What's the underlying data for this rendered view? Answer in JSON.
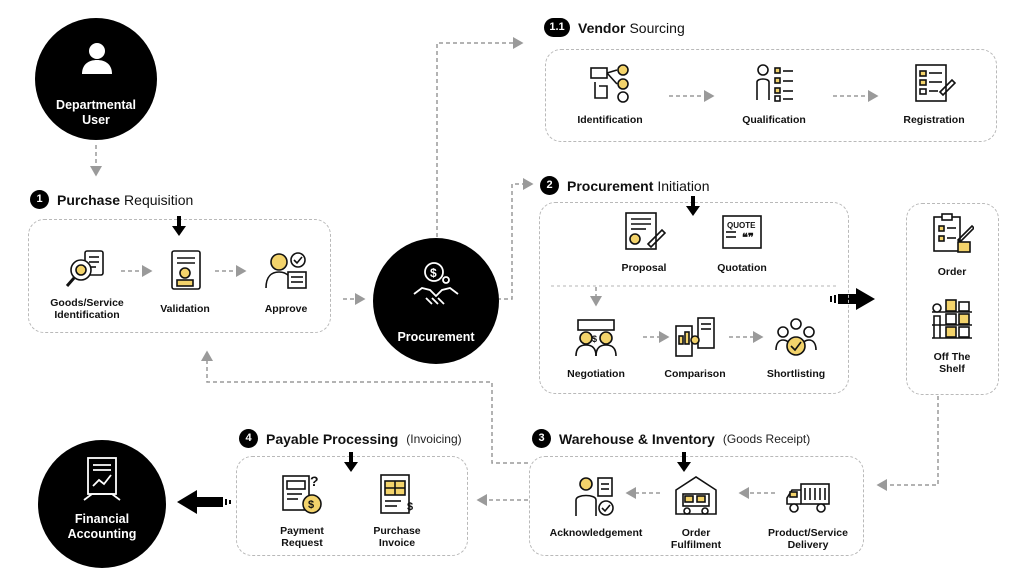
{
  "departmental_user": {
    "label": "Departmental\nUser",
    "icon": "user-icon"
  },
  "procurement_hub": {
    "label": "Procurement",
    "icon": "handshake-dollar-icon"
  },
  "financial_accounting": {
    "label": "Financial\nAccounting",
    "icon": "financial-report-icon"
  },
  "purchase_requisition": {
    "number": "1",
    "title_bold": "Purchase",
    "title_rest": "Requisition",
    "items": [
      {
        "label": "Goods/Service\nIdentification",
        "icon": "goods-search-icon"
      },
      {
        "label": "Validation",
        "icon": "validation-document-icon"
      },
      {
        "label": "Approve",
        "icon": "approve-person-icon"
      }
    ]
  },
  "vendor_sourcing": {
    "number": "1.1",
    "title_bold": "Vendor",
    "title_rest": "Sourcing",
    "items": [
      {
        "label": "Identification",
        "icon": "identification-icon"
      },
      {
        "label": "Qualification",
        "icon": "qualification-checklist-icon"
      },
      {
        "label": "Registration",
        "icon": "registration-form-icon"
      }
    ]
  },
  "procurement_initiation": {
    "number": "2",
    "title_bold": "Procurement",
    "title_rest": "Initiation",
    "top_items": [
      {
        "label": "Proposal",
        "icon": "proposal-document-icon"
      },
      {
        "label": "Quotation",
        "icon": "quotation-icon"
      }
    ],
    "bottom_items": [
      {
        "label": "Negotiation",
        "icon": "negotiation-icon"
      },
      {
        "label": "Comparison",
        "icon": "comparison-icon"
      },
      {
        "label": "Shortlisting",
        "icon": "shortlisting-icon"
      }
    ]
  },
  "order_box": {
    "items": [
      {
        "label": "Order",
        "icon": "order-clipboard-icon"
      },
      {
        "label": "Off The\nShelf",
        "icon": "shelf-boxes-icon"
      }
    ]
  },
  "warehouse_inventory": {
    "number": "3",
    "title_bold": "Warehouse & Inventory",
    "subtitle": "(Goods Receipt)",
    "items": [
      {
        "label": "Acknowledgement",
        "icon": "acknowledgement-icon"
      },
      {
        "label": "Order\nFulfilment",
        "icon": "warehouse-icon"
      },
      {
        "label": "Product/Service\nDelivery",
        "icon": "delivery-truck-icon"
      }
    ]
  },
  "payable_processing": {
    "number": "4",
    "title_bold": "Payable Processing",
    "subtitle": "(Invoicing)",
    "items": [
      {
        "label": "Payment\nRequest",
        "icon": "payment-request-icon"
      },
      {
        "label": "Purchase\nInvoice",
        "icon": "purchase-invoice-icon"
      }
    ]
  }
}
